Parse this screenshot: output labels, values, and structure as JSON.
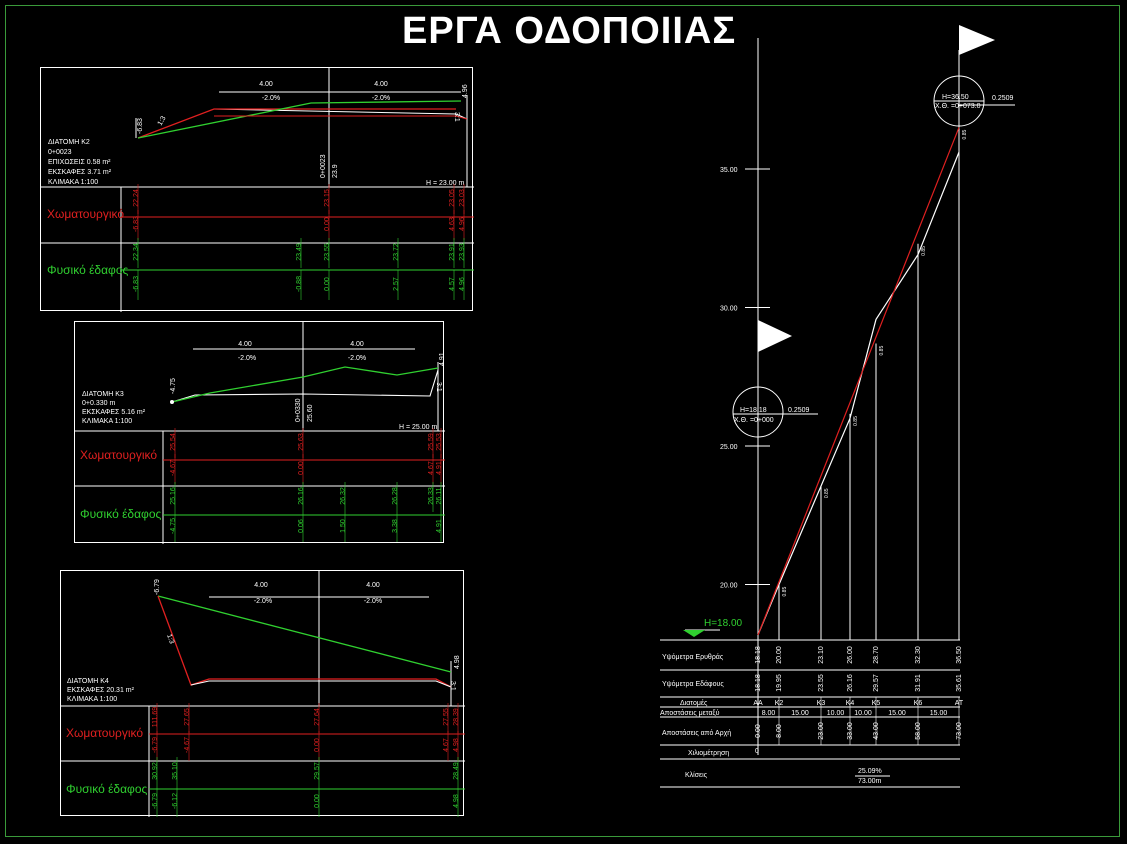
{
  "title": "ΕΡΓΑ ΟΔΟΠΟΙΙΑΣ",
  "colors": {
    "design": "#e02020",
    "ground": "#30d030",
    "line": "#ffffff"
  },
  "sections": [
    {
      "id": "k2",
      "info": [
        "ΔΙΑΤΟΜΗ Κ2",
        "0+0023",
        "ΕΠΙΧΩΣΕΙΣ 0.58 m²",
        "ΕΚΣΚΑΦΕΣ 3.71 m²",
        "ΚΛΙΜΑΚΑ 1:100"
      ],
      "widths": [
        "4.00",
        "4.00"
      ],
      "slopes": [
        "-2.0%",
        "-2.0%"
      ],
      "left_edge": "-6.83",
      "right_edge": "4.96",
      "left_ratio": "1:3",
      "right_ratio": "3:1",
      "axis_label": "0+0023",
      "axis_elev": "23.9",
      "datum": "H = 23.00 m",
      "row1_label": "Χωματουργικό",
      "row2_label": "Φυσικό έδαφος",
      "design_top": [
        "22.24",
        "23.15",
        "23.05",
        "23.03"
      ],
      "design_bottom": [
        "-6.83",
        "0.00",
        "4.63",
        "4.96"
      ],
      "ground_top": [
        "22.34",
        "23.49",
        "23.55",
        "23.72",
        "23.91",
        "23.93"
      ],
      "ground_bottom": [
        "-6.83",
        "-0.88",
        "0.00",
        "2.57",
        "4.57",
        "4.96"
      ]
    },
    {
      "id": "k3",
      "info": [
        "ΔΙΑΤΟΜΗ Κ3",
        "0+0.330 m",
        "ΕΚΣΚΑΦΕΣ 5.16 m²",
        "ΚΛΙΜΑΚΑ 1:100"
      ],
      "widths": [
        "4.00",
        "4.00"
      ],
      "slopes": [
        "-2.0%",
        "-2.0%"
      ],
      "left_edge": "-4.75",
      "right_edge": "4.91",
      "right_ratio": "3:1",
      "axis_label": "0+0330",
      "axis_elev": "25.60",
      "datum": "H = 25.00 m",
      "row1_label": "Χωματουργικό",
      "row2_label": "Φυσικό έδαφος",
      "design_top": [
        "25.54",
        "25.63",
        "25.59",
        "25.53"
      ],
      "design_bottom": [
        "-4.67",
        "0.00",
        "4.67",
        "4.91"
      ],
      "ground_top": [
        "25.16",
        "26.16",
        "26.32",
        "26.28",
        "26.33",
        "26.11"
      ],
      "ground_bottom": [
        "-4.75",
        "0.06",
        "1.50",
        "3.38",
        "4.91",
        ""
      ]
    },
    {
      "id": "k4",
      "info": [
        "ΔΙΑΤΟΜΗ Κ4",
        "ΕΚΣΚΑΦΕΣ 20.31 m²",
        "ΚΛΙΜΑΚΑ 1:100"
      ],
      "widths": [
        "4.00",
        "4.00"
      ],
      "slopes": [
        "-2.0%",
        "-2.0%"
      ],
      "left_edge": "-6.79",
      "right_edge": "4.98",
      "left_ratio": "1:3",
      "right_ratio": "3:1",
      "row1_label": "Χωματουργικό",
      "row2_label": "Φυσικό έδαφος",
      "design_top": [
        "111.69",
        "27.65",
        "27.64",
        "27.55",
        "28.39"
      ],
      "design_bottom": [
        "-6.79",
        "-4.67",
        "0.00",
        "4.67",
        "4.98"
      ],
      "ground_top": [
        "30.92",
        "35.10",
        "29.57",
        "28.49"
      ],
      "ground_bottom": [
        "-6.79",
        "-6.12",
        "0.00",
        "4.98"
      ]
    }
  ],
  "profile": {
    "y_ticks": [
      "35.00",
      "30.00",
      "25.00",
      "20.00"
    ],
    "y_ticks_v": [
      35,
      30,
      25,
      20
    ],
    "start_circle": {
      "h": "H=18.18",
      "ch": "Χ.Θ. =0+000",
      "slope": "0.2509"
    },
    "end_circle": {
      "h": "H=36.50",
      "ch": "Χ.Θ. =0+073.0",
      "slope": "0.2509"
    },
    "datum_label": "H=18.00",
    "design_elev": [
      "18.18",
      "20.00",
      "23.10",
      "26.00",
      "28.70",
      "32.30",
      "36.50"
    ],
    "ground_elev": [
      "18.18",
      "19.95",
      "23.55",
      "26.16",
      "29.57",
      "31.91",
      "35.61"
    ],
    "design_v": [
      18.18,
      20.0,
      23.55,
      26.16,
      28.7,
      32.3,
      36.5
    ],
    "ground_v": [
      18.18,
      20.0,
      23.55,
      26.0,
      29.57,
      31.91,
      35.61
    ],
    "stations": [
      "ΑΑ",
      "Κ2",
      "Κ3",
      "Κ4",
      "Κ5",
      "Κ6",
      "ΑΤ"
    ],
    "partial": [
      "8.00",
      "15.00",
      "10.00",
      "10.00",
      "15.00",
      "15.00"
    ],
    "cumulative": [
      "0.00",
      "8.00",
      "23.00",
      "33.00",
      "43.00",
      "58.00",
      "73.00"
    ],
    "vertical_marks": [
      "0.85",
      "0.85",
      "0.85",
      "0.85",
      "0.85",
      "0.85",
      "0.85"
    ],
    "row_labels": [
      "Υψόμετρα Ερυθράς",
      "Υψόμετρα Εδάφους",
      "Διατομές",
      "Αποστάσεις μεταξύ",
      "Αποστάσεις από Αρχή",
      "Χιλιομέτρηση",
      "Κλίσεις"
    ],
    "km_label": "0",
    "grade": "25.09%",
    "grade_len": "73.00m"
  }
}
